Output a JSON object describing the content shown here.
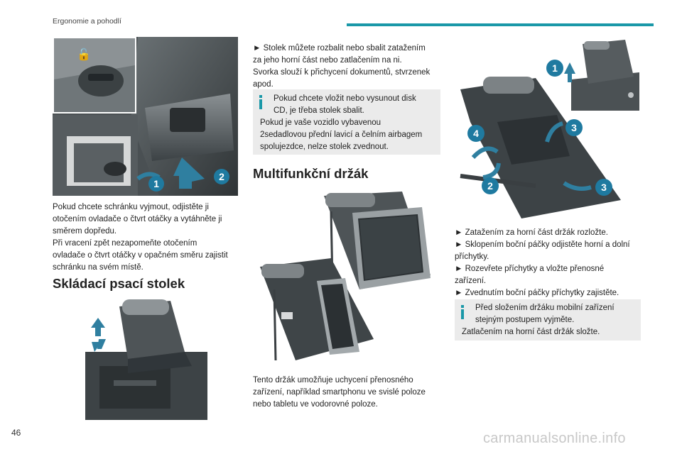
{
  "header": {
    "section_title": "Ergonomie a pohodlí",
    "accent_color": "#1a98a8"
  },
  "page_number": "46",
  "watermark": "carmanualsonline.info",
  "left": {
    "fig1_callouts": [
      "1",
      "2"
    ],
    "para1": [
      "Pokud chcete schránku vyjmout, odjistěte ji",
      "otočením ovladače o čtvrt otáčky a vytáhněte ji",
      "směrem dopředu.",
      "Při vracení zpět nezapomeňte otočením",
      "ovladače o čtvrt otáčky v opačném směru zajistit",
      "schránku na svém místě."
    ],
    "heading": "Skládací psací stolek"
  },
  "middle": {
    "para1": [
      "► Stolek můžete rozbalit nebo sbalit zatažením",
      "za jeho horní část nebo zatlačením na ni.",
      "Svorka slouží k přichycení dokumentů, stvrzenek",
      "apod."
    ],
    "note": {
      "indented": [
        "Pokud chcete vložit nebo vysunout disk",
        "CD, je třeba stolek sbalit."
      ],
      "lines": [
        "Pokud je vaše vozidlo vybavenou",
        "2sedadlovou přední lavicí a čelním airbagem",
        "spolujezdce, nelze stolek zvednout."
      ]
    },
    "heading": "Multifunkční držák",
    "para2": [
      "Tento držák umožňuje uchycení přenosného",
      "zařízení, například smartphonu ve svislé poloze",
      "nebo tabletu ve vodorovné poloze."
    ]
  },
  "right": {
    "fig_callouts": [
      "1",
      "4",
      "3",
      "2",
      "3"
    ],
    "bullets": [
      "► Zatažením za horní část držák rozložte.",
      "► Sklopením boční páčky odjistěte horní a dolní",
      "příchytky.",
      "► Rozevřete příchytky a vložte přenosné",
      "zařízení.",
      "► Zvednutím boční páčky příchytky zajistěte."
    ],
    "note": {
      "indented": [
        "Před složením držáku mobilní zařízení",
        "stejným postupem vyjměte."
      ],
      "lines": [
        "Zatlačením na horní část držák složte."
      ]
    }
  }
}
